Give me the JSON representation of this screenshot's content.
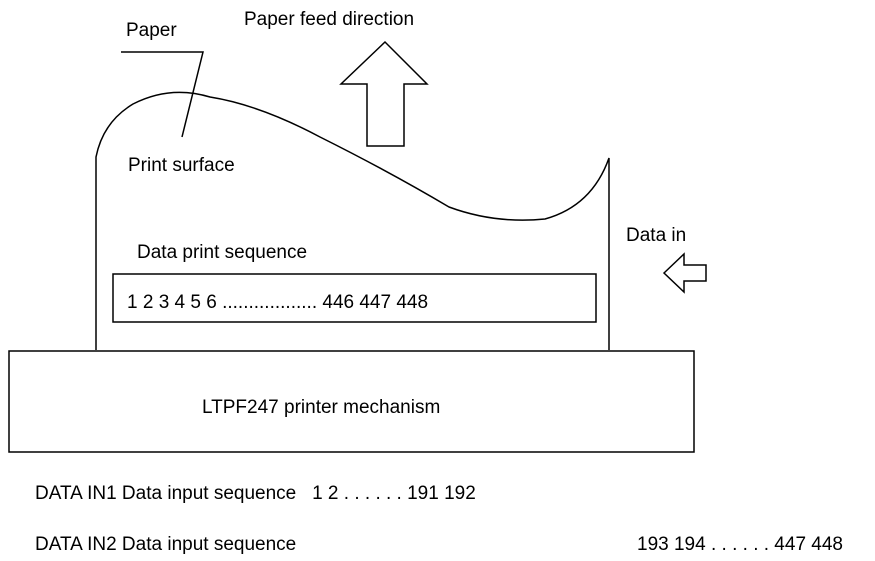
{
  "labels": {
    "paper": "Paper",
    "feed_direction": "Paper feed direction",
    "print_surface": "Print surface",
    "print_sequence_title": "Data print sequence",
    "print_sequence_numbers": "1 2 3 4 5 6  ..................  446 447 448",
    "data_in": "Data in",
    "mechanism": "LTPF247 printer mechanism"
  },
  "inputs": [
    {
      "channel": "DATA IN1",
      "label": "DATA IN1 Data input sequence",
      "range": "1 2 . . . . . . 191 192"
    },
    {
      "channel": "DATA IN2",
      "label": "DATA IN2 Data input sequence",
      "range": "193 194 . . . . . . 447 448"
    }
  ],
  "colors": {
    "stroke": "#000000",
    "background": "#ffffff"
  },
  "icons": {
    "feed_arrow": "arrow-up-outline",
    "data_in_arrow": "arrow-left-outline"
  }
}
